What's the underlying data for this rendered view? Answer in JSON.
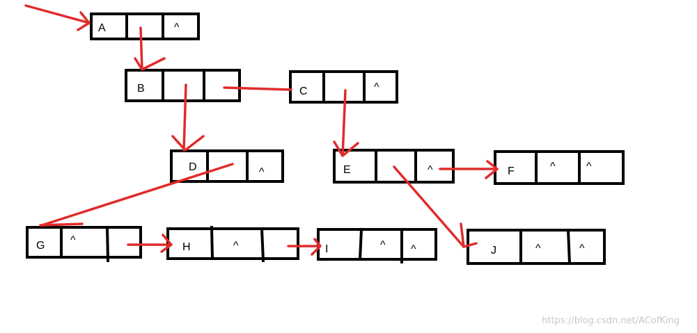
{
  "nodes": [
    {
      "id": "A",
      "cells": [
        "A",
        "",
        "^"
      ]
    },
    {
      "id": "B",
      "cells": [
        "B",
        "",
        ""
      ]
    },
    {
      "id": "C",
      "cells": [
        "C",
        "",
        "^"
      ]
    },
    {
      "id": "D",
      "cells": [
        "D",
        "",
        "^"
      ]
    },
    {
      "id": "E",
      "cells": [
        "E",
        "",
        "^"
      ]
    },
    {
      "id": "F",
      "cells": [
        "F",
        "^",
        "^"
      ]
    },
    {
      "id": "G",
      "cells": [
        "G",
        "^",
        ""
      ]
    },
    {
      "id": "H",
      "cells": [
        "H",
        "^",
        ""
      ]
    },
    {
      "id": "I",
      "cells": [
        "I",
        "^",
        "^"
      ]
    },
    {
      "id": "J",
      "cells": [
        "J",
        "^",
        "^"
      ]
    }
  ],
  "watermark": "https://blog.csdn.net/ACofKing",
  "colors": {
    "arrow": "#e02b2b",
    "box": "#000000",
    "watermark": "#c8c8c8"
  }
}
